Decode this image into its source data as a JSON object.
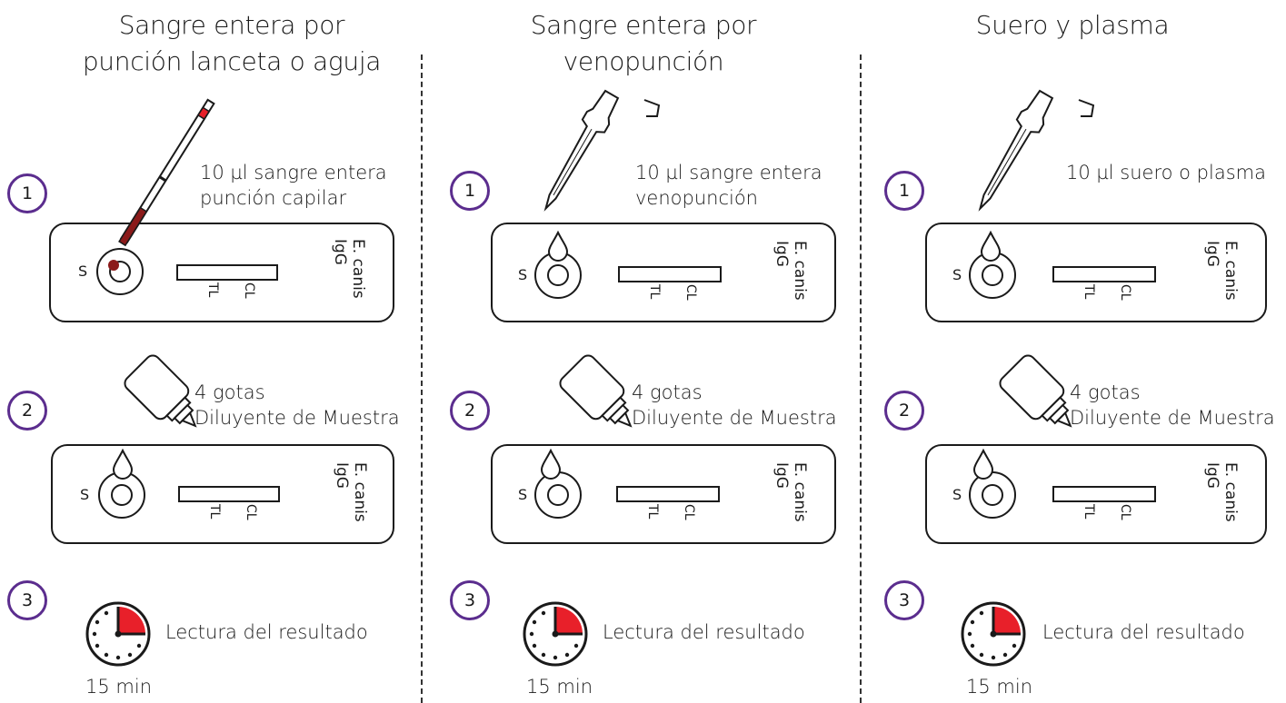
{
  "columns": [
    {
      "title_line1": "Sangre entera por",
      "title_line2": "punción lanceta o aguja",
      "step1_line1": "10 µl sangre entera",
      "step1_line2": "punción capilar",
      "step2_line1": "4 gotas",
      "step2_line2": "Diluyente de Muestra",
      "step3_label": "Lectura del resultado",
      "timer_label": "15 min"
    },
    {
      "title_line1": "Sangre entera por",
      "title_line2": "venopunción",
      "step1_line1": "10 µl sangre entera",
      "step1_line2": "venopunción",
      "step2_line1": "4 gotas",
      "step2_line2": "Diluyente de Muestra",
      "step3_label": "Lectura del resultado",
      "timer_label": "15 min"
    },
    {
      "title_line1": "Suero y plasma",
      "title_line2": "",
      "step1_line1": "10 µl suero o plasma",
      "step1_line2": "",
      "step2_line1": "4 gotas",
      "step2_line2": "Diluyente de Muestra",
      "step3_label": "Lectura del resultado",
      "timer_label": "15 min"
    }
  ],
  "steps": [
    "1",
    "2",
    "3"
  ],
  "cassette": {
    "sample_label": "S",
    "test_line": "TL",
    "control_line": "CL",
    "analyte_line1": "E. canis",
    "analyte_line2": "IgG"
  },
  "colors": {
    "step_circle": "#5b2d8e",
    "blood": "#8b1a1a",
    "timer_fill": "#e8202a",
    "line": "#1a1a1a"
  },
  "icons": [
    "capillary-tube-icon",
    "pipette-icon",
    "dropper-bottle-icon",
    "drop-icon",
    "timer-icon"
  ]
}
